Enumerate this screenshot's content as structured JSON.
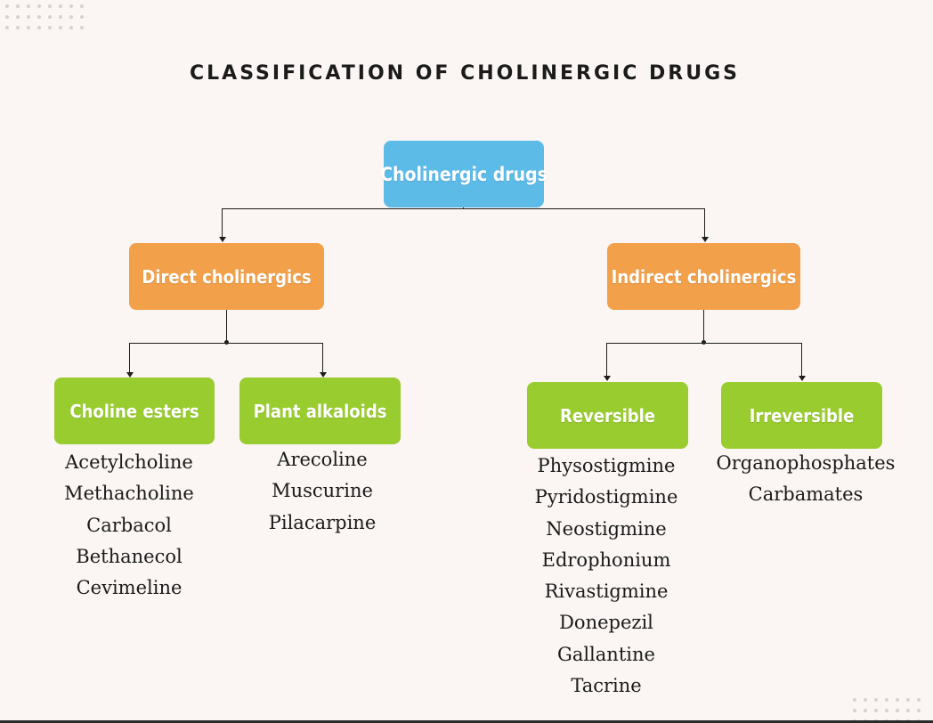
{
  "title": "CLASSIFICATION OF CHOLINERGIC DRUGS",
  "colors": {
    "root": "#5dbbe8",
    "level1": "#f2a04a",
    "level2": "#99cc2f",
    "background": "#fbf6f3"
  },
  "tree": {
    "root": "Cholinergic drugs",
    "direct": {
      "label": "Direct cholinergics",
      "choline_esters": {
        "label": "Choline esters",
        "drugs": [
          "Acetylcholine",
          "Methacholine",
          "Carbacol",
          "Bethanecol",
          "Cevimeline"
        ]
      },
      "plant_alkaloids": {
        "label": "Plant alkaloids",
        "drugs": [
          "Arecoline",
          "Muscurine",
          "Pilacarpine"
        ]
      }
    },
    "indirect": {
      "label": "Indirect cholinergics",
      "reversible": {
        "label": "Reversible",
        "drugs": [
          "Physostigmine",
          "Pyridostigmine",
          "Neostigmine",
          "Edrophonium",
          "Rivastigmine",
          "Donepezil",
          "Gallantine",
          "Tacrine"
        ]
      },
      "irreversible": {
        "label": "Irreversible",
        "drugs": [
          "Organophosphates",
          "Carbamates"
        ]
      }
    }
  }
}
